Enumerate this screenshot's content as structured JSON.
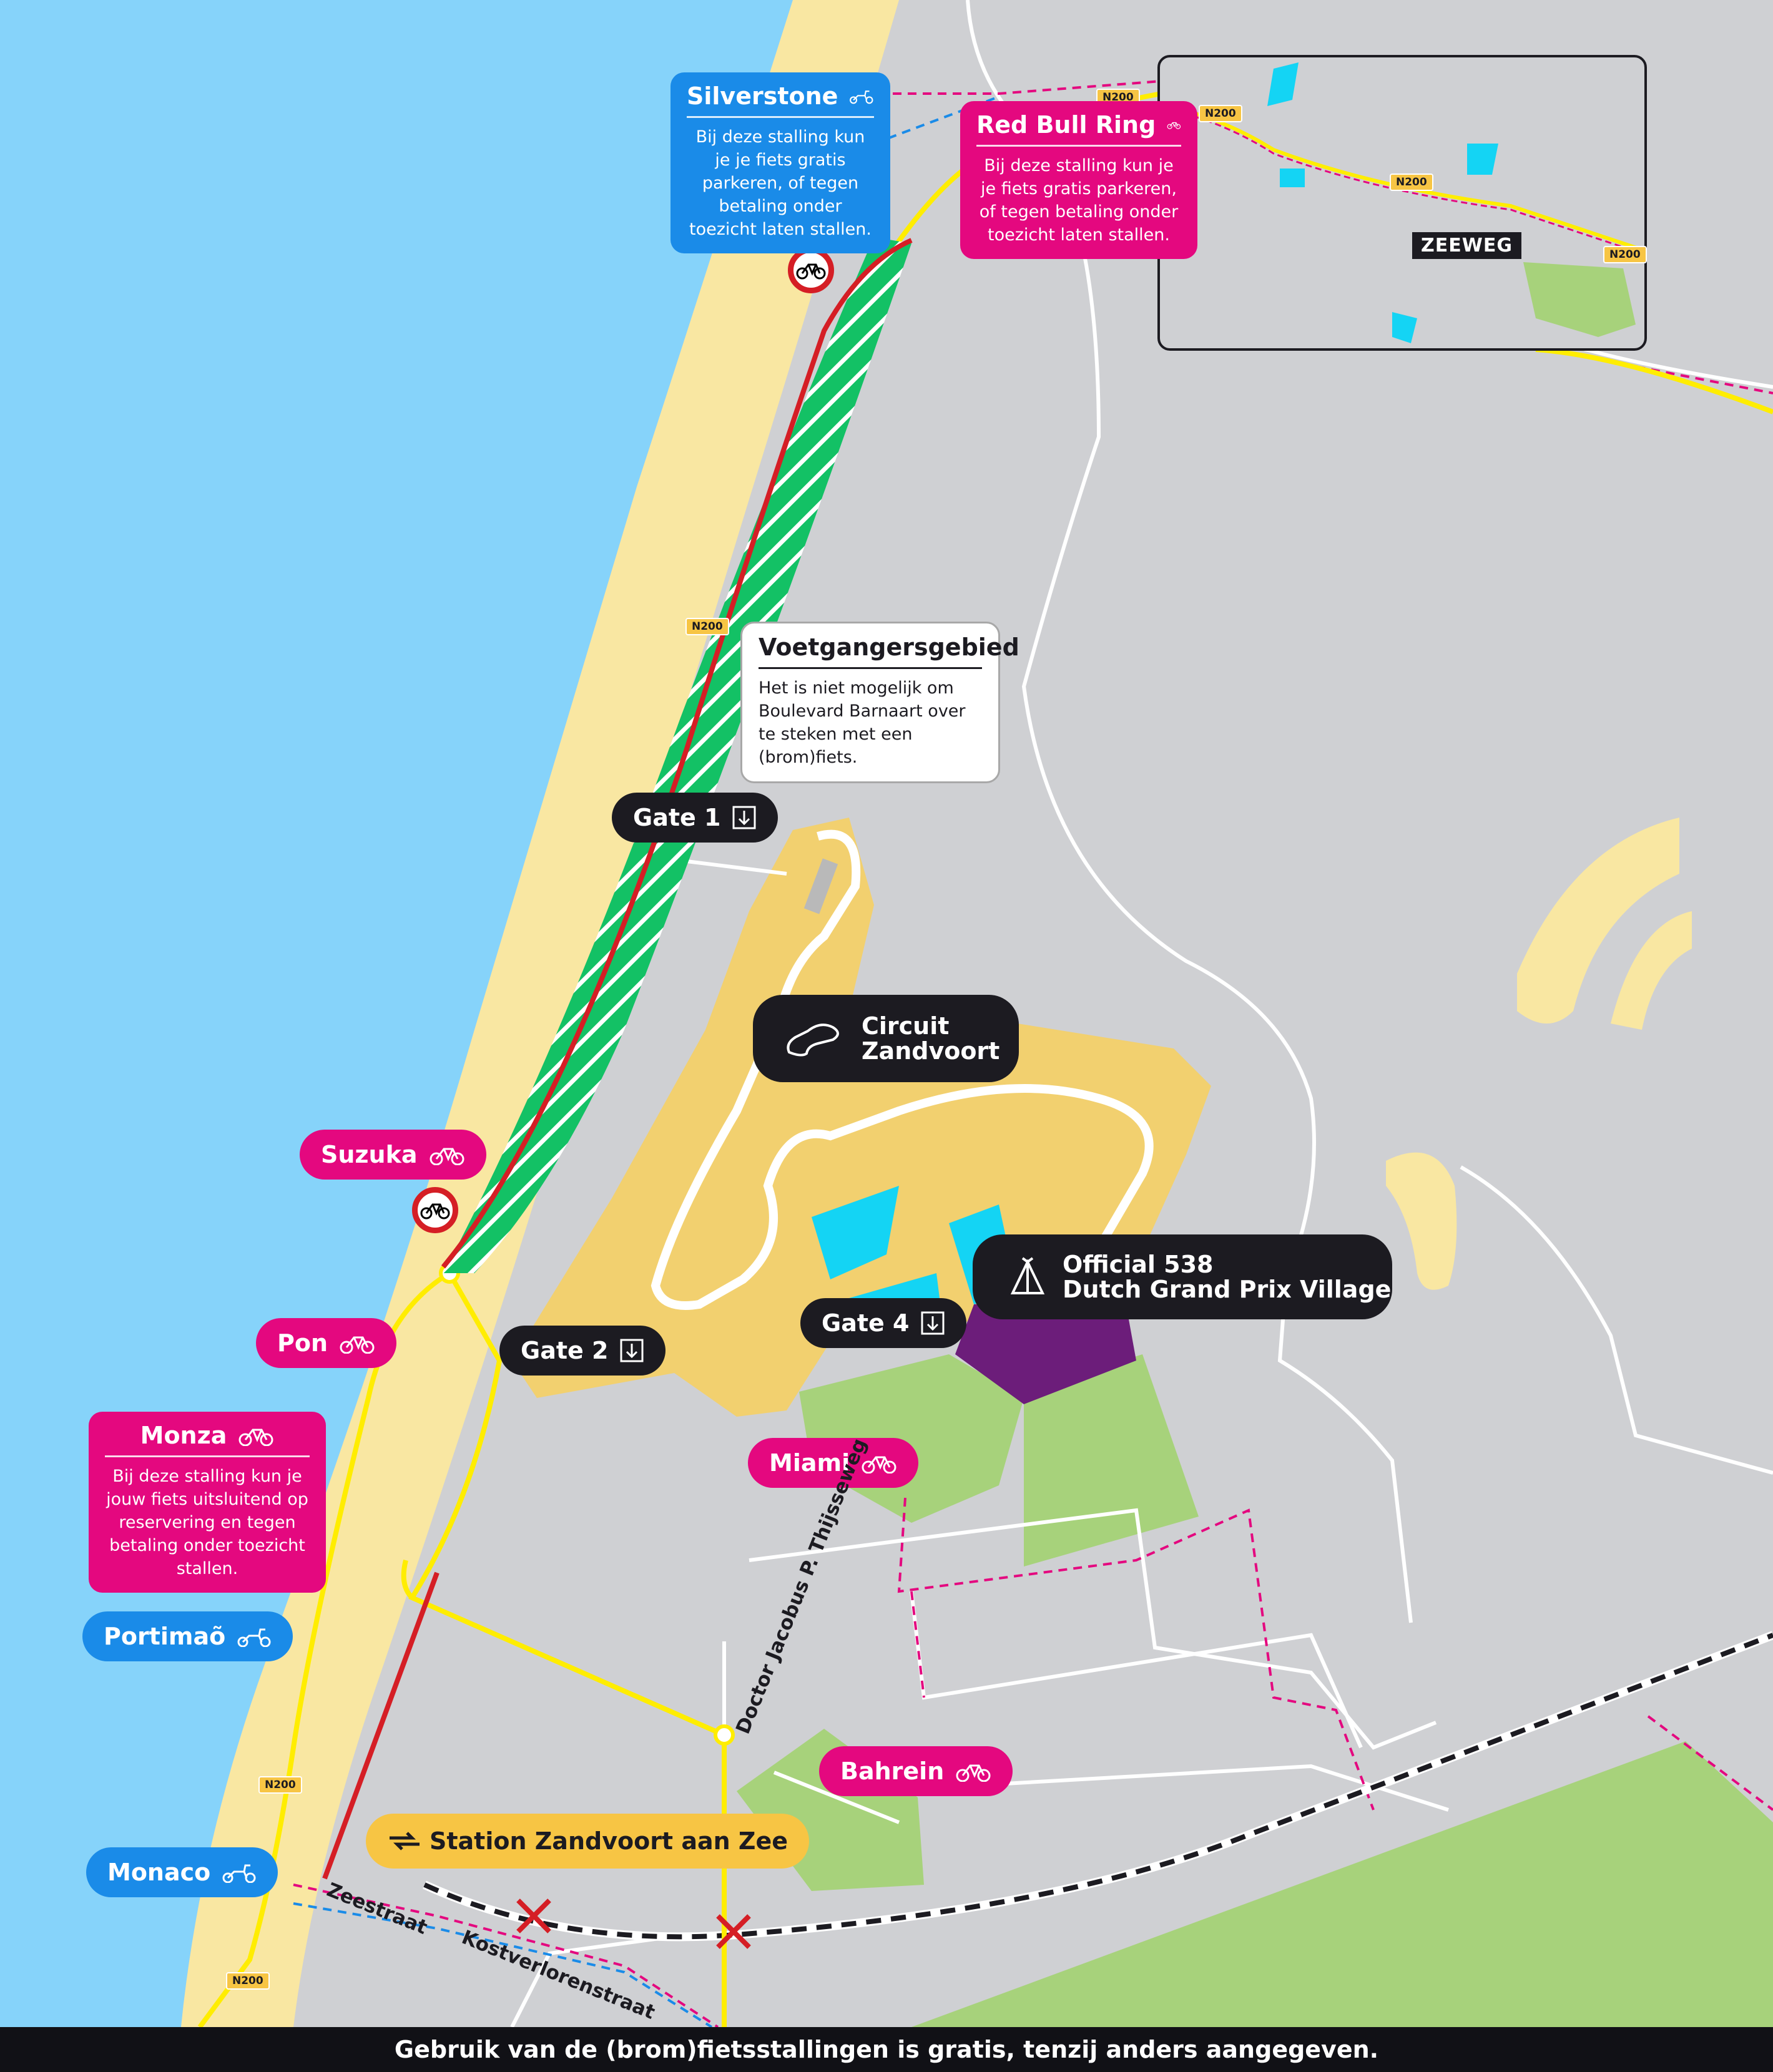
{
  "map": {
    "colors": {
      "sea": "#86d3fa",
      "beach": "#f9e7a2",
      "land": "#cfd0d3",
      "green_area": "#a7d27b",
      "circuit_sand": "#f2d06f",
      "pedestrian_zone": "#13c165",
      "blocked_road": "#d51e25",
      "bike_route": "#ffed00",
      "water": "#14d4f4",
      "village": "#6c1d7a",
      "railway": "#1c1b21"
    }
  },
  "inset": {
    "label": "ZEEWEG",
    "road_shields": [
      "N200",
      "N200",
      "N200"
    ]
  },
  "road_shields": [
    "N200",
    "N200",
    "N200",
    "N200"
  ],
  "parkings": {
    "silverstone": {
      "name": "Silverstone",
      "icon": "moped-icon",
      "text": "Bij deze stalling kun je je fiets gratis parkeren, of tegen betaling onder toezicht laten stallen."
    },
    "redbull": {
      "name": "Red Bull Ring",
      "icon": "bicycle-icon",
      "text": "Bij deze stalling kun je je fiets gratis parkeren, of tegen betaling onder toezicht laten stallen."
    },
    "suzuka": {
      "name": "Suzuka",
      "icon": "bicycle-icon"
    },
    "pon": {
      "name": "Pon",
      "icon": "bicycle-icon"
    },
    "monza": {
      "name": "Monza",
      "icon": "bicycle-icon",
      "text": "Bij deze stalling kun je jouw fiets uitsluitend op reservering en tegen betaling onder toezicht stallen."
    },
    "portimao": {
      "name": "Portimaõ",
      "icon": "moped-icon"
    },
    "monaco": {
      "name": "Monaco",
      "icon": "moped-icon"
    },
    "miami": {
      "name": "Miami",
      "icon": "bicycle-icon"
    },
    "bahrein": {
      "name": "Bahrein",
      "icon": "bicycle-icon"
    }
  },
  "pedestrian_zone": {
    "title": "Voetgangersgebied",
    "text": "Het is niet mogelijk om Boulevard Barnaart over te steken met een (brom)fiets."
  },
  "gates": {
    "gate1": "Gate 1",
    "gate2": "Gate 2",
    "gate4": "Gate 4"
  },
  "circuit": {
    "line1": "Circuit",
    "line2": "Zandvoort"
  },
  "village": {
    "line1": "Official 538",
    "line2": "Dutch Grand Prix Village"
  },
  "station": {
    "name": "Station Zandvoort aan Zee"
  },
  "streets": {
    "thijsseweg": "Doctor Jacobus P. Thijsseweg",
    "zeestraat": "Zeestraat",
    "kostverlorenstraat": "Kostverlorenstraat"
  },
  "footer": {
    "text": "Gebruik van de (brom)fietsstallingen is gratis, tenzij anders aangegeven."
  }
}
